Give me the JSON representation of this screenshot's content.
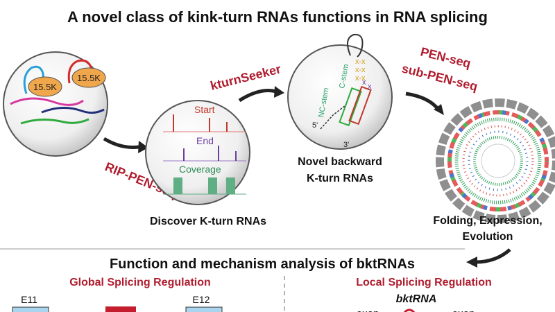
{
  "title": "A novel class of kink-turn RNAs functions in RNA splicing",
  "steps": {
    "rip_pen_seq": "RIP-PEN-seq",
    "kturnseeker": "kturnSeeker",
    "pen_seq": "PEN-seq",
    "sub_pen_seq": "sub-PEN-seq"
  },
  "panel1": {
    "protein_label_1": "15.5K",
    "protein_label_2": "15.5K"
  },
  "panel2": {
    "start_label": "Start",
    "end_label": "End",
    "coverage_label": "Coverage",
    "caption": "Discover K-turn RNAs"
  },
  "panel3": {
    "c_stem_label": "C-stem",
    "nc_stem_label": "NC-stem",
    "five_prime": "5'",
    "three_prime": "3'",
    "caption_line1": "Novel backward",
    "caption_line2": "K-turn RNAs"
  },
  "panel4": {
    "caption_line1": "Folding, Expression,",
    "caption_line2": "Evolution"
  },
  "bottom": {
    "title": "Function and mechanism analysis of bktRNAs",
    "global_title": "Global Splicing Regulation",
    "local_title": "Local Splicing Regulation",
    "exon_left": "E11",
    "exon_right": "E12",
    "bktrna_label": "bktRNA",
    "exon_word_1": "exon",
    "exon_word_2": "exon"
  },
  "colors": {
    "accent_red": "#b01c2e",
    "coverage_green": "#5fae84",
    "protein_orange": "#f0a64a",
    "start_red": "#c0392b",
    "end_purple": "#6b3fa0",
    "coverage_text": "#2e8b57"
  }
}
